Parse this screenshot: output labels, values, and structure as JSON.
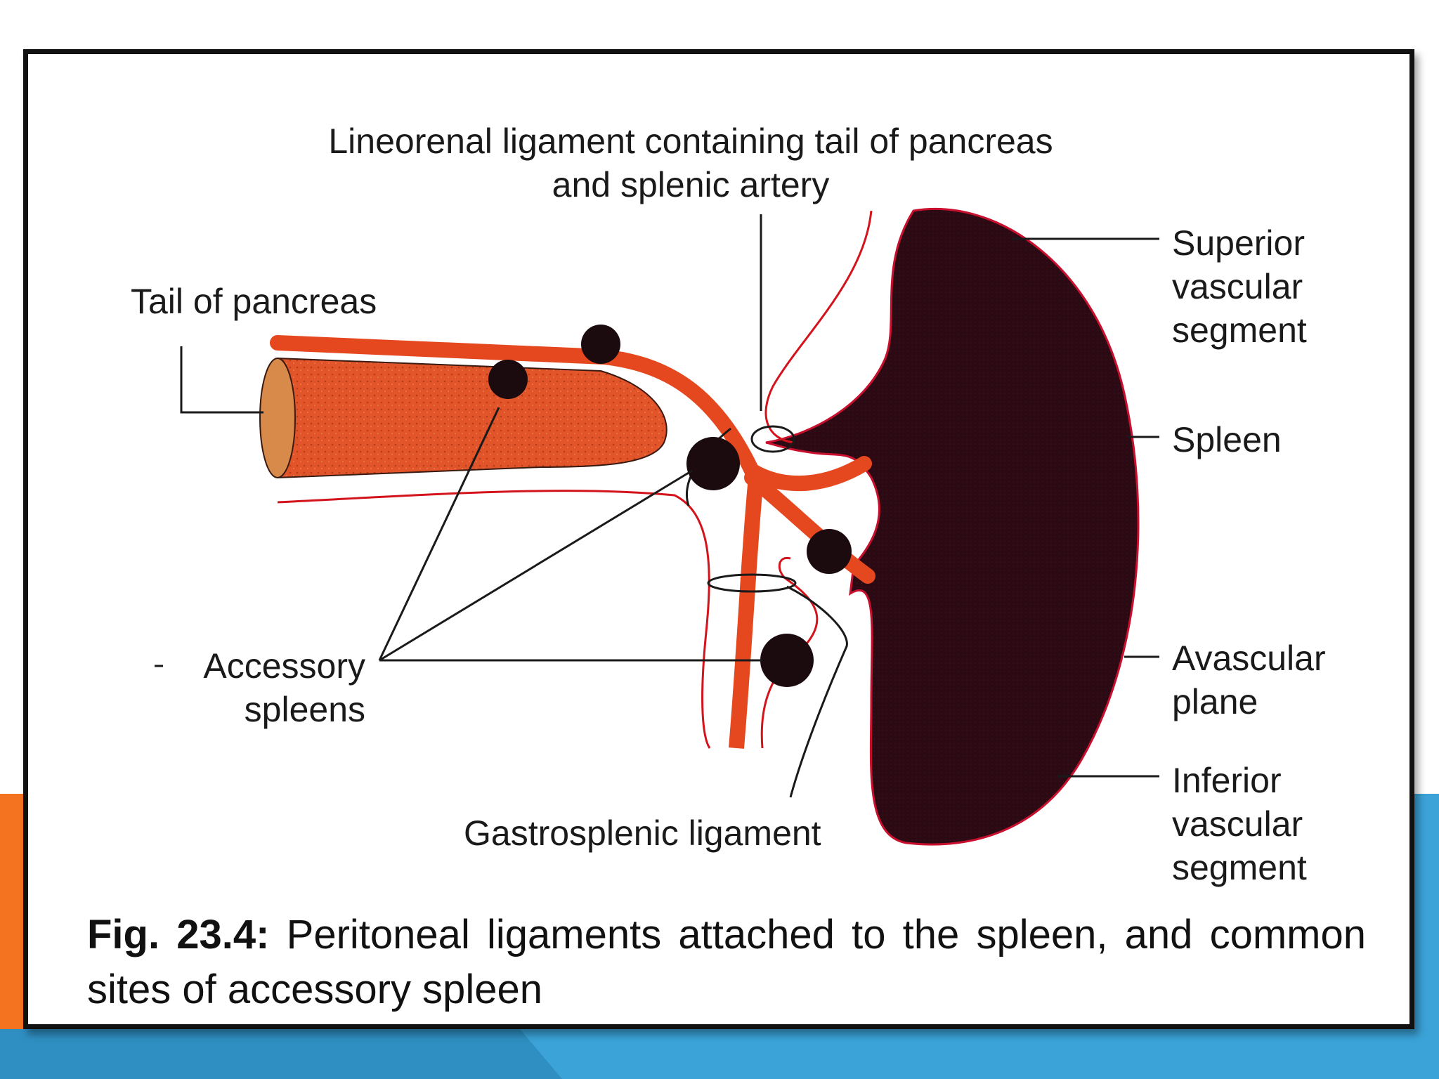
{
  "colors": {
    "spleen": "#2b0a14",
    "pancreas": "#e2552a",
    "artery": "#e5471f",
    "ligament_line": "#d4141c",
    "accessory_spleen": "#1c0b0e",
    "slide_orange": "#f47321",
    "slide_blue": "#3ba3d8"
  },
  "labels": {
    "lineorenal_line1": "Lineorenal ligament containing tail of pancreas",
    "lineorenal_line2": "and splenic artery",
    "tail_of_pancreas": "Tail of pancreas",
    "superior_line1": "Superior",
    "superior_line2": "vascular",
    "superior_line3": "segment",
    "spleen": "Spleen",
    "accessory_line1": "Accessory",
    "accessory_line2": "spleens",
    "avascular_line1": "Avascular",
    "avascular_line2": "plane",
    "inferior_line1": "Inferior",
    "inferior_line2": "vascular",
    "inferior_line3": "segment",
    "gastrosplenic": "Gastrosplenic ligament"
  },
  "caption": {
    "figure_number": "Fig. 23.4:",
    "text": "Peritoneal ligaments attached to the spleen, and common sites of accessory spleen"
  }
}
